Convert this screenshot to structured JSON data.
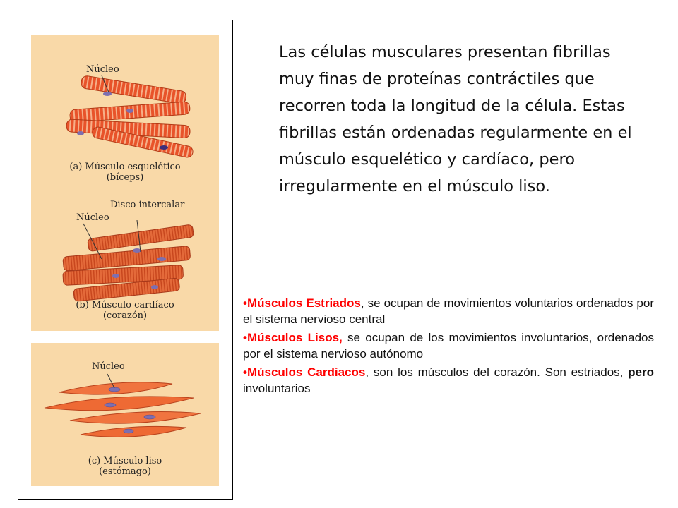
{
  "figure": {
    "panels": [
      {
        "labels": [
          "Núcleo"
        ],
        "caption_line1": "(a) Músculo esquelético",
        "caption_line2": "(bíceps)"
      },
      {
        "labels": [
          "Disco intercalar",
          "Núcleo"
        ],
        "caption_line1": "(b) Músculo cardíaco",
        "caption_line2": "(corazón)"
      },
      {
        "labels": [
          "Núcleo"
        ],
        "caption_line1": "(c) Músculo liso",
        "caption_line2": "(estómago)"
      }
    ],
    "colors": {
      "panel_bg": "#f9d9a8",
      "fiber": "#e8532a",
      "fiber_light": "#f29a6a",
      "nucleus": "#7d6fb0"
    }
  },
  "intro": {
    "text": "Las células musculares presentan fibrillas muy finas de proteínas contráctiles que recorren toda la longitud de la célula. Estas fibrillas están ordenadas regularmente en el músculo esquelético y cardíaco, pero irregularmente en el músculo liso."
  },
  "bullets": [
    {
      "marker": "•",
      "term": "Músculos Estriados",
      "text": ", se ocupan de movimientos voluntarios ordenados por el sistema nervioso central"
    },
    {
      "marker": "•",
      "term": "Músculos Lisos,",
      "text": " se ocupan de los movimientos involuntarios, ordenados por el sistema nervioso autónomo"
    },
    {
      "marker": "•",
      "term": "Músculos Cardiacos",
      "text": ", son los músculos del corazón. Son estriados, ",
      "emphasis": "pero",
      "text_after": " involuntarios"
    }
  ]
}
